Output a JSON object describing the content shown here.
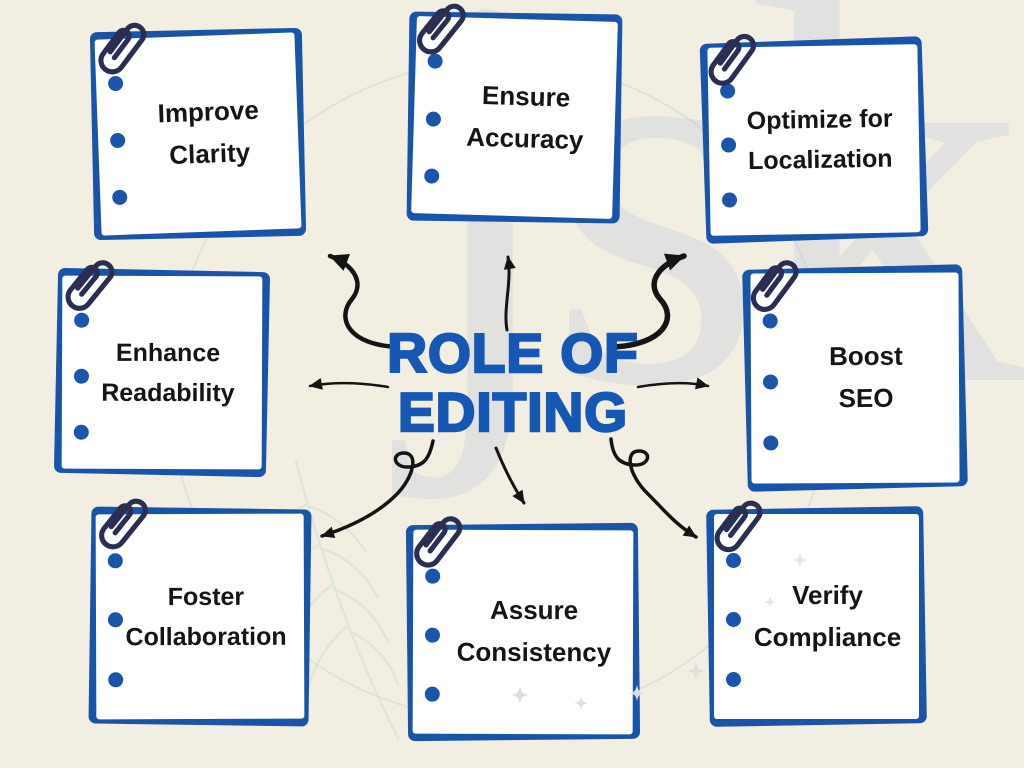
{
  "title": {
    "line1": "ROLE OF",
    "line2": "EDITING"
  },
  "cards": [
    {
      "id": "improve-clarity",
      "line1": "Improve",
      "line2": "Clarity"
    },
    {
      "id": "ensure-accuracy",
      "line1": "Ensure",
      "line2": "Accuracy"
    },
    {
      "id": "optimize-for-localization",
      "line1": "Optimize for",
      "line2": "Localization"
    },
    {
      "id": "enhance-readability",
      "line1": "Enhance",
      "line2": "Readability"
    },
    {
      "id": "boost-seo",
      "line1": "Boost",
      "line2": "SEO"
    },
    {
      "id": "foster-collaboration",
      "line1": "Foster",
      "line2": "Collaboration"
    },
    {
      "id": "assure-consistency",
      "line1": "Assure",
      "line2": "Consistency"
    },
    {
      "id": "verify-compliance",
      "line1": "Verify",
      "line2": "Compliance"
    }
  ],
  "watermark": {
    "text": "jsk"
  },
  "icons": [
    "paperclip-icon",
    "hole-dot",
    "arrow",
    "sparkle-icon",
    "feather-watermark",
    "circle-watermark"
  ],
  "colors": {
    "background": "#f2efe2",
    "card_frame_blue": "#1a54a9",
    "hole_dot_blue": "#1a55ab",
    "title_blue": "#1757b4",
    "paperclip_navy": "#2a2e52",
    "card_text": "#151515",
    "arrow_black": "#141414",
    "watermark_gray_blue": "#b0bcd8",
    "sparkle_gray": "#dedede"
  }
}
